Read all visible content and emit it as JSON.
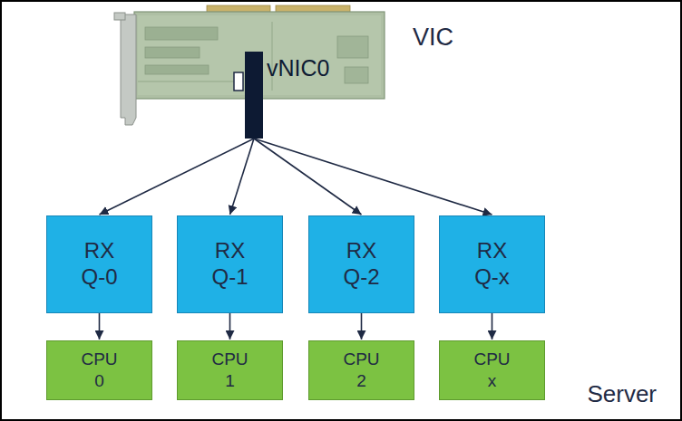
{
  "diagram": {
    "nodes": [
      {
        "text": [
          "Server"
        ]
      },
      {
        "text": [
          "vNIC0"
        ],
        "in": 0
      },
      {
        "text": [
          "RX Q-0"
        ],
        "in": 0
      },
      {
        "text": [
          "RX Q-1"
        ],
        "in": 0
      },
      {
        "text": [
          "RX Q-2"
        ],
        "in": 0
      },
      {
        "text": [
          "RX Q-x"
        ],
        "in": 0
      },
      {
        "text": [
          "CPU 0"
        ],
        "in": 0
      },
      {
        "text": [
          "CPU 1"
        ],
        "in": 0
      },
      {
        "text": [
          "CPU 2"
        ],
        "in": 0
      },
      {
        "text": [
          "CPU x"
        ],
        "in": 0
      }
    ],
    "edges": [
      {
        "from": 1,
        "to": 2,
        "arrow": "to"
      },
      {
        "from": 1,
        "to": 3,
        "arrow": "to"
      },
      {
        "from": 1,
        "to": 4,
        "arrow": "to"
      },
      {
        "from": 1,
        "to": 5,
        "arrow": "to"
      },
      {
        "from": 2,
        "to": 6,
        "arrow": "to"
      },
      {
        "from": 3,
        "to": 7,
        "arrow": "to"
      },
      {
        "from": 4,
        "to": 8,
        "arrow": "to"
      },
      {
        "from": 5,
        "to": 9,
        "arrow": "to"
      }
    ],
    "labels": [
      "VIC"
    ]
  }
}
